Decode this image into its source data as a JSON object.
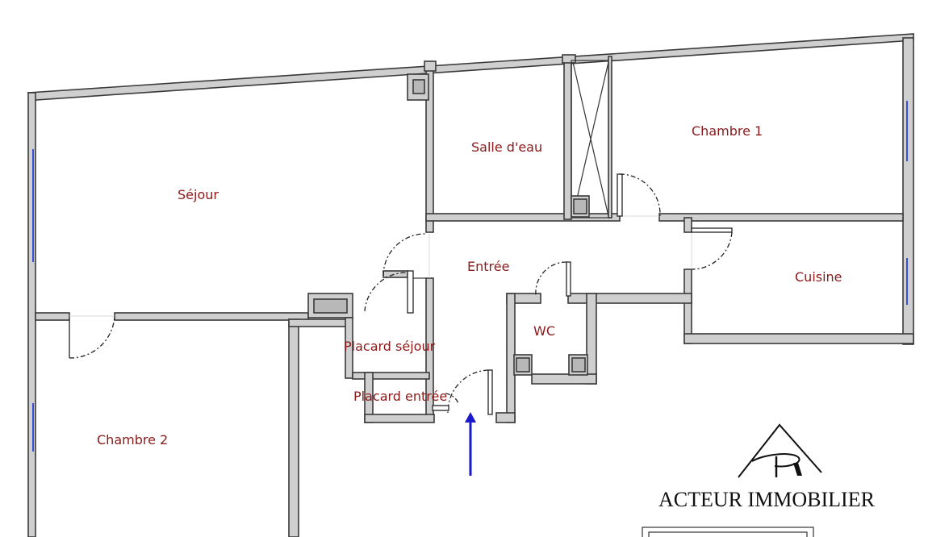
{
  "plan": {
    "rooms": {
      "sejour": "Séjour",
      "salle_deau": "Salle d'eau",
      "chambre1": "Chambre 1",
      "entree": "Entrée",
      "cuisine": "Cuisine",
      "wc": "WC",
      "placard_sejour": "Placard séjour",
      "placard_entree": "Placard entrée",
      "chambre2": "Chambre 2"
    },
    "colors": {
      "walls": "#cfcfcf",
      "wall_outline": "#3a3a3a",
      "labels": "#8b1a1a",
      "windows": "#3b4fd6",
      "entrance_arrow": "#1a1acc"
    }
  },
  "logo": {
    "company": "ACTEUR IMMOBILIER"
  }
}
